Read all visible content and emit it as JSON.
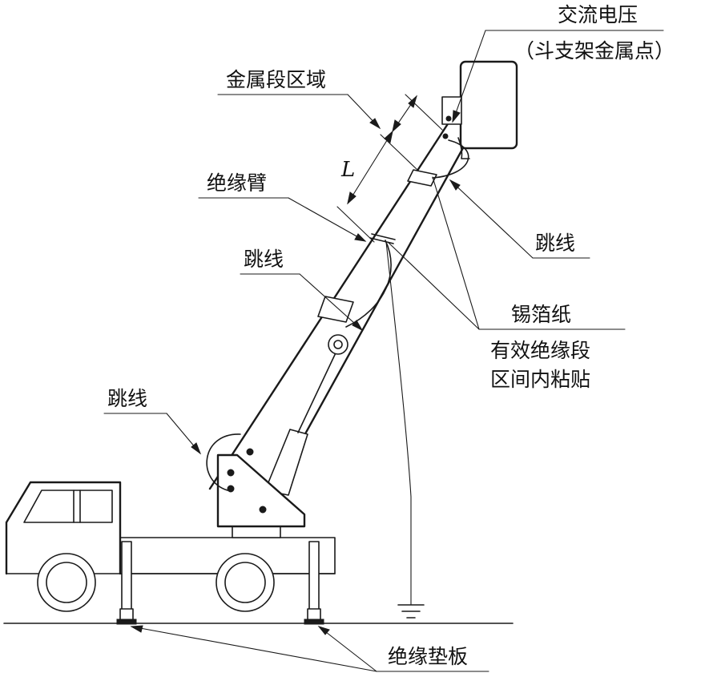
{
  "labels": {
    "ac_voltage": "交流电压",
    "bucket_metal_point": "（斗支架金属点）",
    "metal_section": "金属段区域",
    "insulating_arm": "绝缘臂",
    "jumper_right": "跳线",
    "jumper_middle": "跳线",
    "jumper_left": "跳线",
    "tin_foil": "锡箔纸",
    "paste_line1": "有效绝缘段",
    "paste_line2": "区间内粘贴",
    "insulating_pad": "绝缘垫板",
    "length_symbol": "L"
  }
}
